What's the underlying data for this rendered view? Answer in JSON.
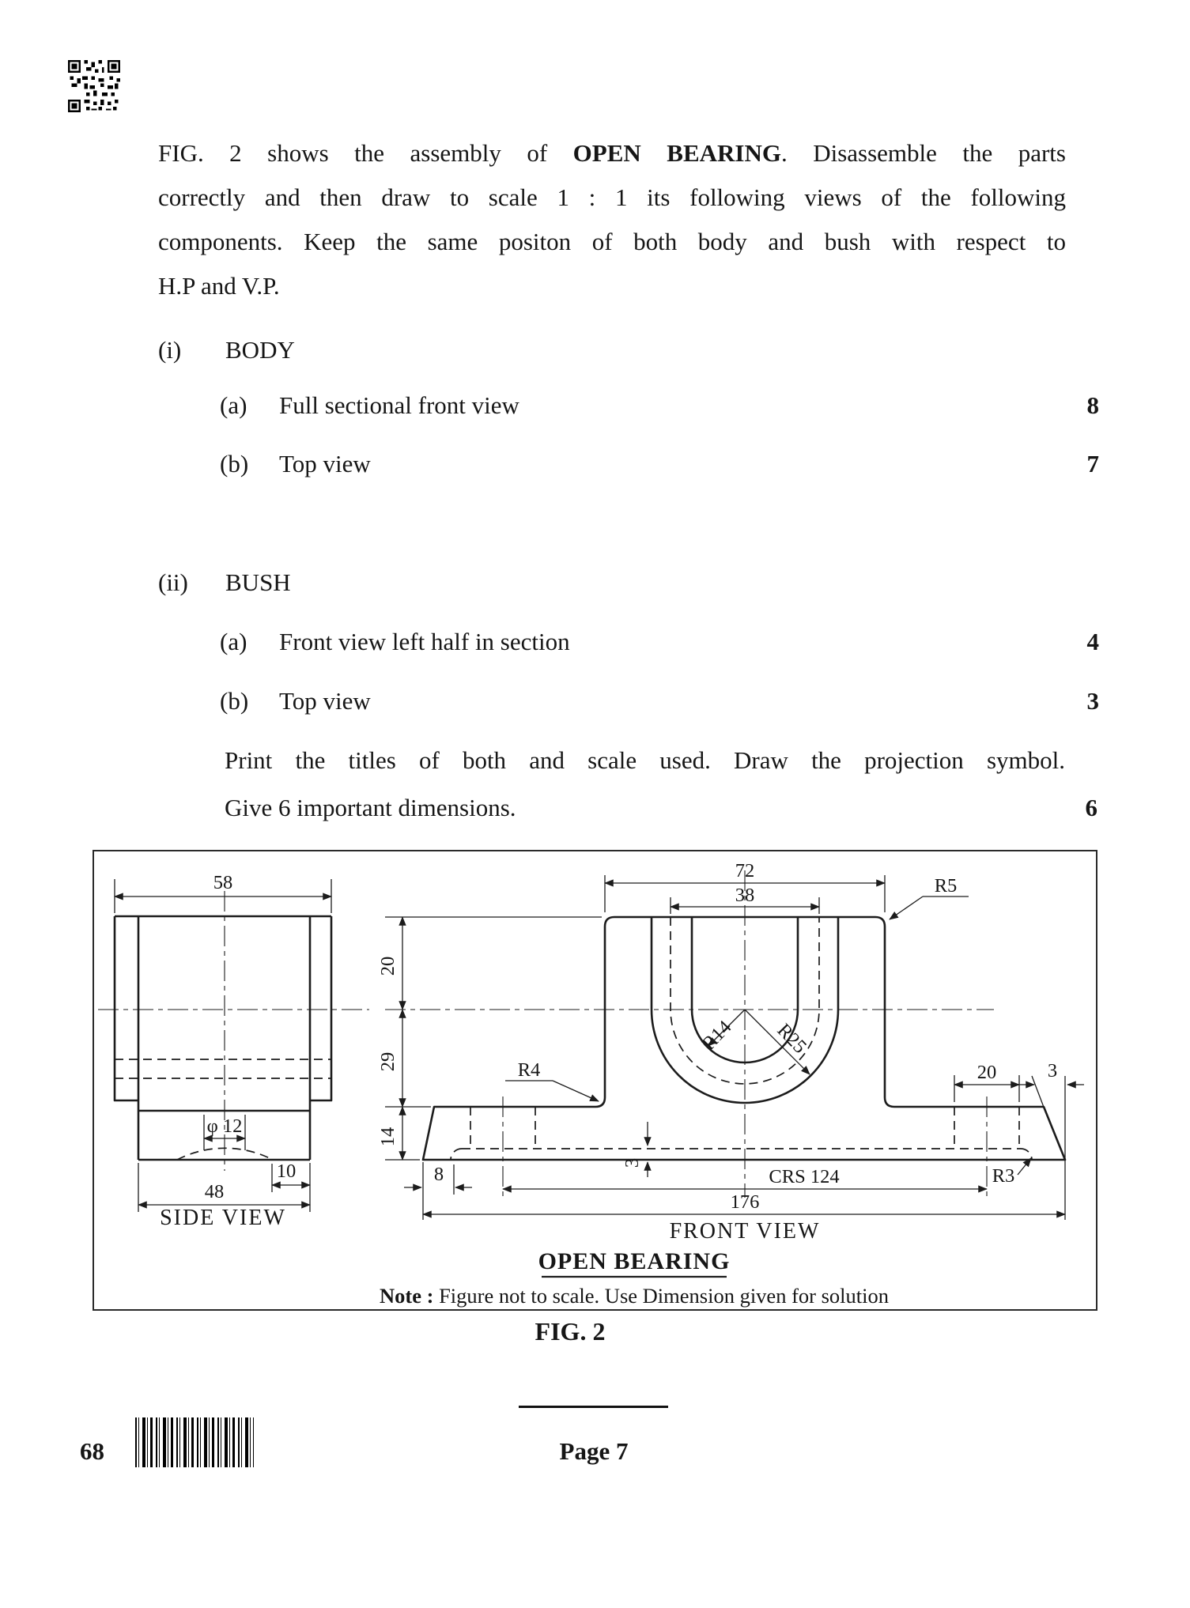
{
  "question": {
    "intro": {
      "l1_pre": "FIG. 2 shows the assembly of ",
      "l1_bold": "OPEN BEARING",
      "l1_post": ". Disassemble the parts",
      "l2": "correctly and then draw to scale 1 : 1 its following views of the following",
      "l3": "components. Keep the same positon of both body and bush with respect to",
      "l4": "H.P and V.P."
    },
    "items": [
      {
        "num": "(i)",
        "title": "BODY",
        "subs": [
          {
            "label": "(a)",
            "text": "Full sectional front view",
            "marks": "8"
          },
          {
            "label": "(b)",
            "text": "Top view",
            "marks": "7"
          }
        ]
      },
      {
        "num": "(ii)",
        "title": "BUSH",
        "subs": [
          {
            "label": "(a)",
            "text": "Front view left half in section",
            "marks": "4"
          },
          {
            "label": "(b)",
            "text": "Top view",
            "marks": "3"
          }
        ]
      }
    ],
    "print_line1": "Print the titles of both and scale used. Draw the projection symbol.",
    "print_line2": "Give 6 important dimensions.",
    "print_marks": "6"
  },
  "figure": {
    "side": {
      "dim_58": "58",
      "dim_phi12": "φ 12",
      "dim_48": "48",
      "dim_10": "10",
      "label": "SIDE VIEW"
    },
    "front": {
      "dim_72": "72",
      "dim_38": "38",
      "r5": "R5",
      "r4": "R4",
      "r14": "R14",
      "r25": "R25",
      "dim_20_left": "20",
      "dim_29": "29",
      "dim_14": "14",
      "dim_20_right": "20",
      "dim_3_right": "3",
      "dim_3_mid": "3",
      "dim_8": "8",
      "crs": "CRS 124",
      "dim_176": "176",
      "r3": "R3",
      "label": "FRONT VIEW"
    },
    "title": "OPEN BEARING",
    "note_label": "Note :",
    "note_text": " Figure not to scale. Use Dimension given for solution",
    "caption": "FIG. 2"
  },
  "footer": {
    "code": "68",
    "page": "Page 7"
  }
}
